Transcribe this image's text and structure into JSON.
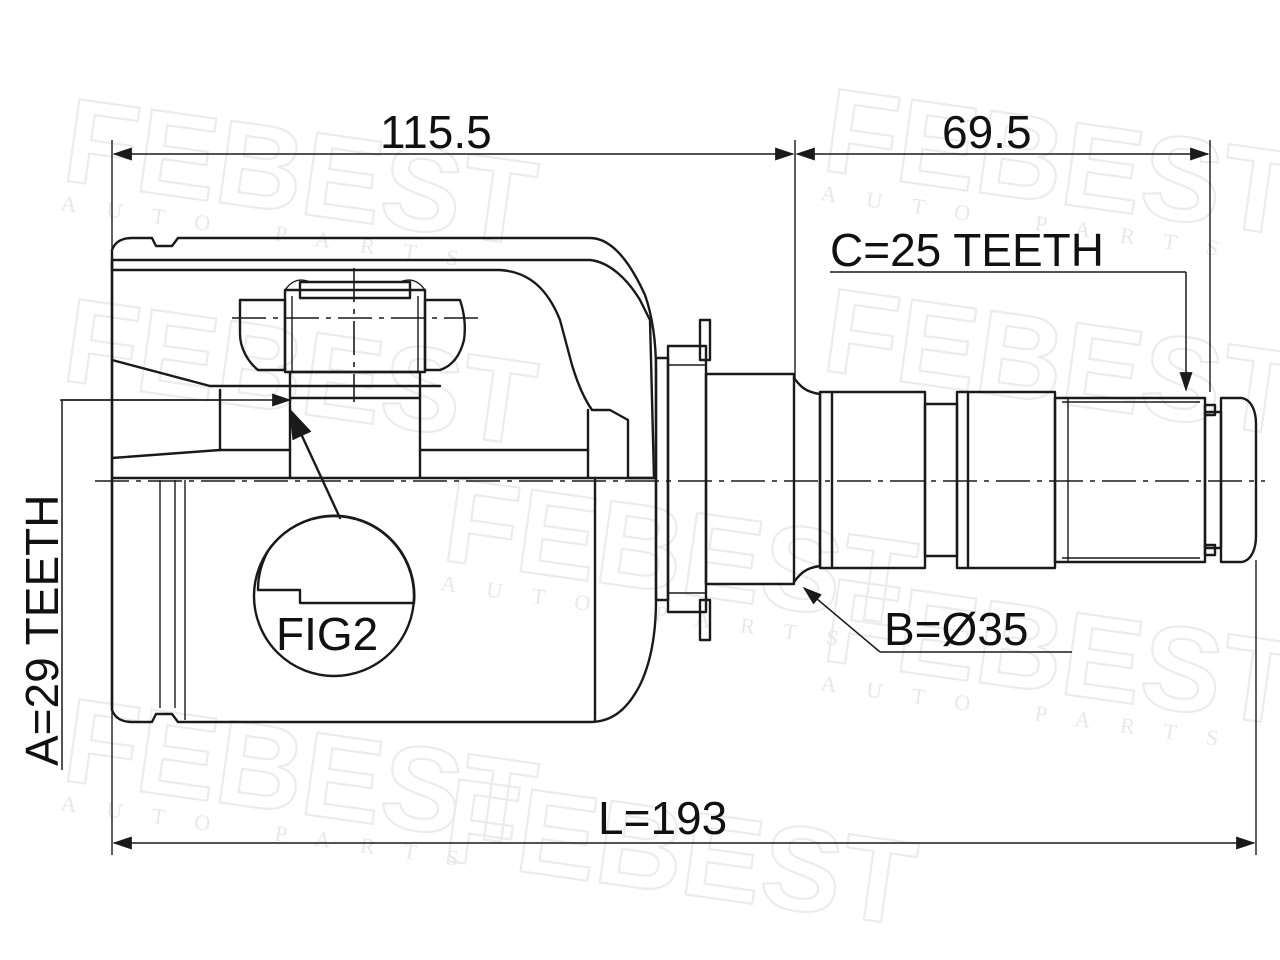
{
  "watermark": {
    "brand": "FEBEST",
    "tagline": "AUTO PARTS"
  },
  "dimensions": {
    "housing_length": "115.5",
    "shaft_length": "69.5",
    "total_length": "L=193",
    "outer_spline": "C=25 TEETH",
    "inner_spline": "A=29 TEETH",
    "seal_diameter": "B=Ø35",
    "detail_label": "FIG2"
  }
}
